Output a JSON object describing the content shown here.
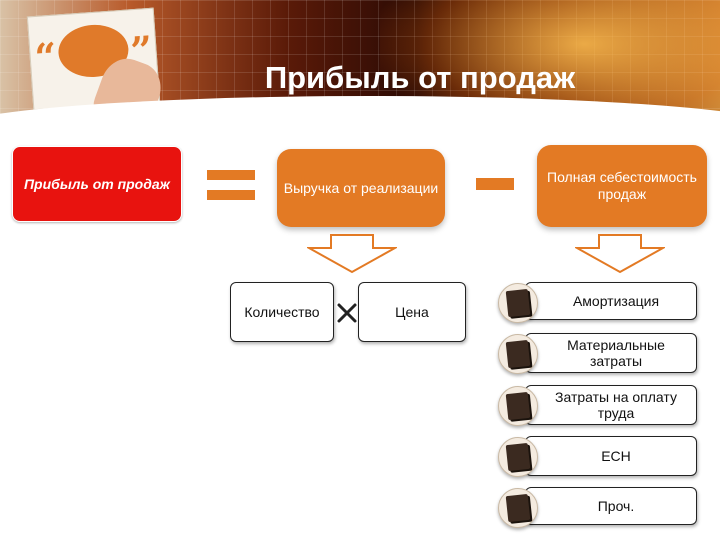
{
  "title": "Прибыль от продаж",
  "colors": {
    "accent": "#e37a24",
    "result": "#e8130f"
  },
  "header": {
    "quote_open": "“",
    "quote_close": "”"
  },
  "result_box": {
    "label": "Прибыль от продаж"
  },
  "revenue_box": {
    "label": "Выручка от реализации"
  },
  "cost_box": {
    "label": "Полная себестоимость продаж"
  },
  "factors": {
    "quantity": "Количество",
    "price": "Цена"
  },
  "cost_items": [
    "Амортизация",
    "Материальные затраты",
    "Затраты на оплату труда",
    "ЕСН",
    "Проч."
  ]
}
